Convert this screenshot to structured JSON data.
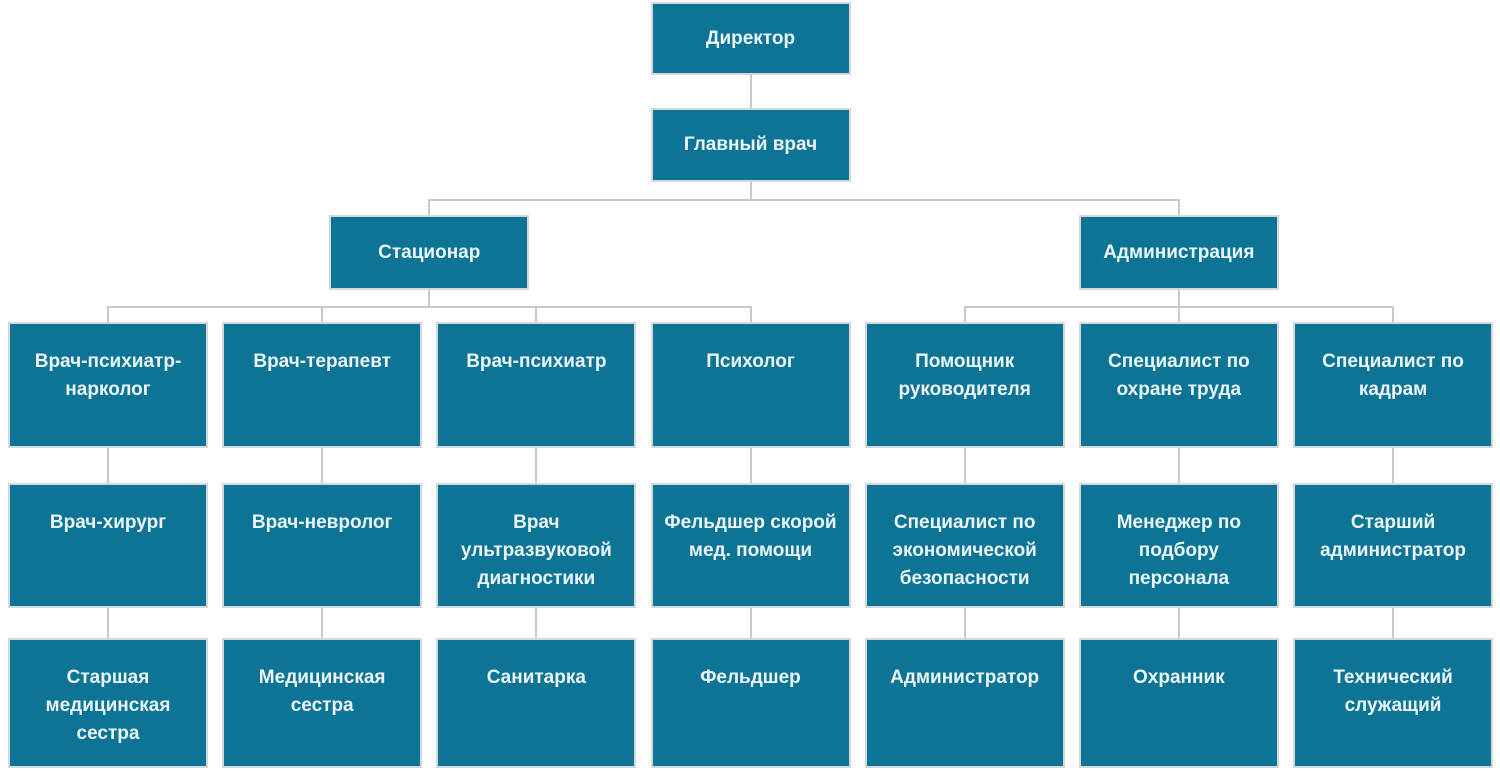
{
  "colors": {
    "node_fill": "#0e7495",
    "node_border": "#d5d8da",
    "node_text": "#eaf6fb",
    "connector": "#c7c9cb",
    "background": "#ffffff"
  },
  "org_chart": {
    "nodes": [
      {
        "id": "director",
        "label": "Директор",
        "row": 0,
        "col": 3,
        "parent": null
      },
      {
        "id": "chief-doctor",
        "label": "Главный врач",
        "row": 1,
        "col": 3,
        "parent": "director"
      },
      {
        "id": "inpatient-dept",
        "label": "Стационар",
        "row": 2,
        "col": 1.5,
        "parent": "chief-doctor"
      },
      {
        "id": "administration",
        "label": "Администрация",
        "row": 2,
        "col": 5,
        "parent": "chief-doctor"
      },
      {
        "id": "psychiatrist-narcologist",
        "label": "Врач-психиатр-нарколог",
        "row": 3,
        "col": 0,
        "parent": "inpatient-dept"
      },
      {
        "id": "therapist",
        "label": "Врач-терапевт",
        "row": 3,
        "col": 1,
        "parent": "inpatient-dept"
      },
      {
        "id": "psychiatrist",
        "label": "Врач-психиатр",
        "row": 3,
        "col": 2,
        "parent": "inpatient-dept"
      },
      {
        "id": "psychologist",
        "label": "Психолог",
        "row": 3,
        "col": 3,
        "parent": "inpatient-dept"
      },
      {
        "id": "executive-assistant",
        "label": "Помощник руководителя",
        "row": 3,
        "col": 4,
        "parent": "administration"
      },
      {
        "id": "labor-safety-specialist",
        "label": "Специалист по охране труда",
        "row": 3,
        "col": 5,
        "parent": "administration"
      },
      {
        "id": "hr-specialist",
        "label": "Специалист по кадрам",
        "row": 3,
        "col": 6,
        "parent": "administration"
      },
      {
        "id": "surgeon",
        "label": "Врач-хирург",
        "row": 4,
        "col": 0,
        "parent": "psychiatrist-narcologist"
      },
      {
        "id": "neurologist",
        "label": "Врач-невролог",
        "row": 4,
        "col": 1,
        "parent": "therapist"
      },
      {
        "id": "ultrasound-doctor",
        "label": "Врач ультразвуковой диагностики",
        "row": 4,
        "col": 2,
        "parent": "psychiatrist"
      },
      {
        "id": "ambulance-paramedic",
        "label": "Фельдшер скорой мед. помощи",
        "row": 4,
        "col": 3,
        "parent": "psychologist"
      },
      {
        "id": "economic-security-specialist",
        "label": "Специалист по экономической безопасности",
        "row": 4,
        "col": 4,
        "parent": "executive-assistant"
      },
      {
        "id": "recruiting-manager",
        "label": "Менеджер по подбору персонала",
        "row": 4,
        "col": 5,
        "parent": "labor-safety-specialist"
      },
      {
        "id": "senior-administrator",
        "label": "Старший администратор",
        "row": 4,
        "col": 6,
        "parent": "hr-specialist"
      },
      {
        "id": "head-nurse",
        "label": "Старшая медицинская сестра",
        "row": 5,
        "col": 0,
        "parent": "surgeon"
      },
      {
        "id": "nurse",
        "label": "Медицинская сестра",
        "row": 5,
        "col": 1,
        "parent": "neurologist"
      },
      {
        "id": "orderly",
        "label": "Санитарка",
        "row": 5,
        "col": 2,
        "parent": "ultrasound-doctor"
      },
      {
        "id": "paramedic",
        "label": "Фельдшер",
        "row": 5,
        "col": 3,
        "parent": "ambulance-paramedic"
      },
      {
        "id": "administrator",
        "label": "Администратор",
        "row": 5,
        "col": 4,
        "parent": "economic-security-specialist"
      },
      {
        "id": "security-guard",
        "label": "Охранник",
        "row": 5,
        "col": 5,
        "parent": "recruiting-manager"
      },
      {
        "id": "technical-worker",
        "label": "Технический служащий",
        "row": 5,
        "col": 6,
        "parent": "senior-administrator"
      }
    ]
  }
}
